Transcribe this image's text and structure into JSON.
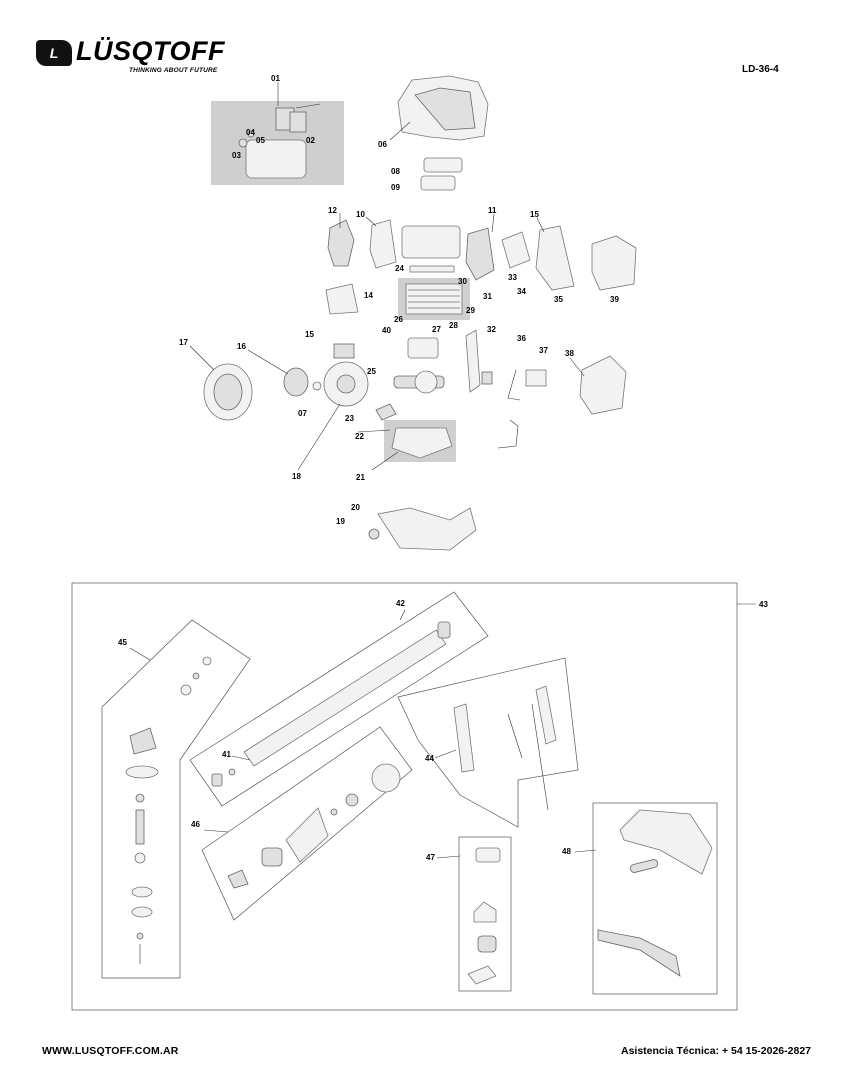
{
  "header": {
    "brand_mark": "L",
    "brand": "LÜSQTOFF",
    "slogan": "THINKING ABOUT FUTURE",
    "model": "LD-36-4"
  },
  "parts": {
    "p01": "01",
    "p02": "02",
    "p03": "03",
    "p04": "04",
    "p05": "05",
    "p06": "06",
    "p07": "07",
    "p08": "08",
    "p09": "09",
    "p10": "10",
    "p11": "11",
    "p12": "12",
    "p14": "14",
    "p15a": "15",
    "p15b": "15",
    "p16": "16",
    "p17": "17",
    "p18": "18",
    "p19": "19",
    "p20": "20",
    "p21": "21",
    "p22": "22",
    "p23": "23",
    "p24": "24",
    "p25": "25",
    "p26": "26",
    "p27": "27",
    "p28": "28",
    "p29": "29",
    "p30": "30",
    "p31": "31",
    "p32": "32",
    "p33": "33",
    "p34": "34",
    "p35": "35",
    "p36": "36",
    "p37": "37",
    "p38": "38",
    "p39": "39",
    "p40": "40",
    "p41": "41",
    "p42": "42",
    "p43": "43",
    "p44": "44",
    "p45": "45",
    "p46": "46",
    "p47": "47",
    "p48": "48"
  },
  "footer": {
    "website": "WWW.LUSQTOFF.COM.AR",
    "support": "Asistencia Técnica: + 54 15-2026-2827"
  }
}
